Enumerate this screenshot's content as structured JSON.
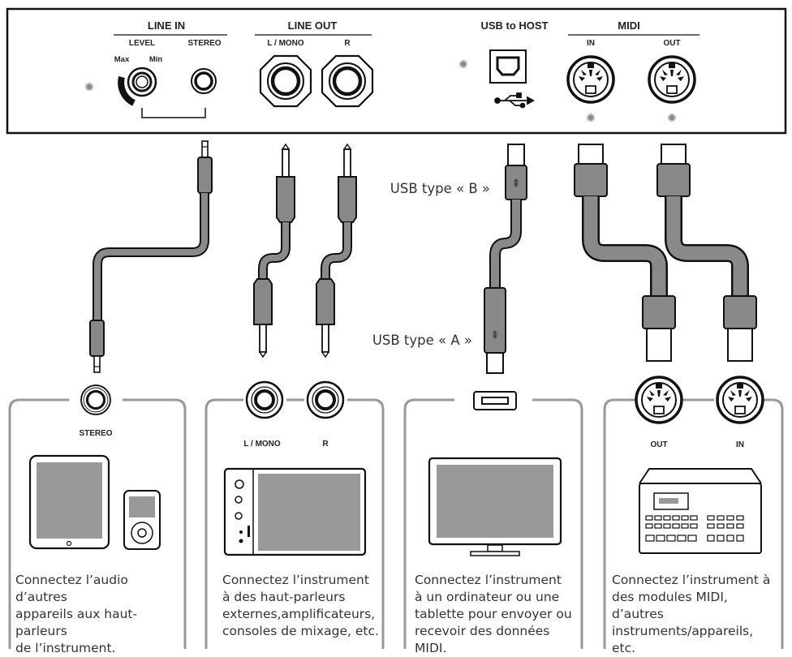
{
  "panel": {
    "line_in": {
      "title": "LINE IN",
      "level": "LEVEL",
      "stereo": "STEREO",
      "max": "Max",
      "min": "Min"
    },
    "line_out": {
      "title": "LINE OUT",
      "l_mono": "L / MONO",
      "r": "R"
    },
    "usb_to_host": {
      "title": "USB to HOST"
    },
    "midi": {
      "title": "MIDI",
      "in": "IN",
      "out": "OUT"
    }
  },
  "cables": {
    "usb_b_label": "USB type « B »",
    "usb_a_label": "USB type « A »"
  },
  "devices": [
    {
      "id": "stereo",
      "port_labels": [
        "STEREO"
      ],
      "caption": "Connectez l’audio d’autres\nappareils aux haut-parleurs\nde l’instrument."
    },
    {
      "id": "lineout",
      "port_labels": [
        "L / MONO",
        "R"
      ],
      "caption": "Connectez l’instrument\nà des haut-parleurs\nexternes,amplificateurs,\nconsoles de mixage, etc."
    },
    {
      "id": "usb",
      "port_labels": [],
      "caption": "Connectez l’instrument\nà un ordinateur ou une\ntablette pour envoyer ou\nrecevoir des données MIDI."
    },
    {
      "id": "midi",
      "port_labels": [
        "OUT",
        "IN"
      ],
      "caption": "Connectez l’instrument à\ndes modules MIDI, d’autres\ninstruments/appareils, etc."
    }
  ]
}
